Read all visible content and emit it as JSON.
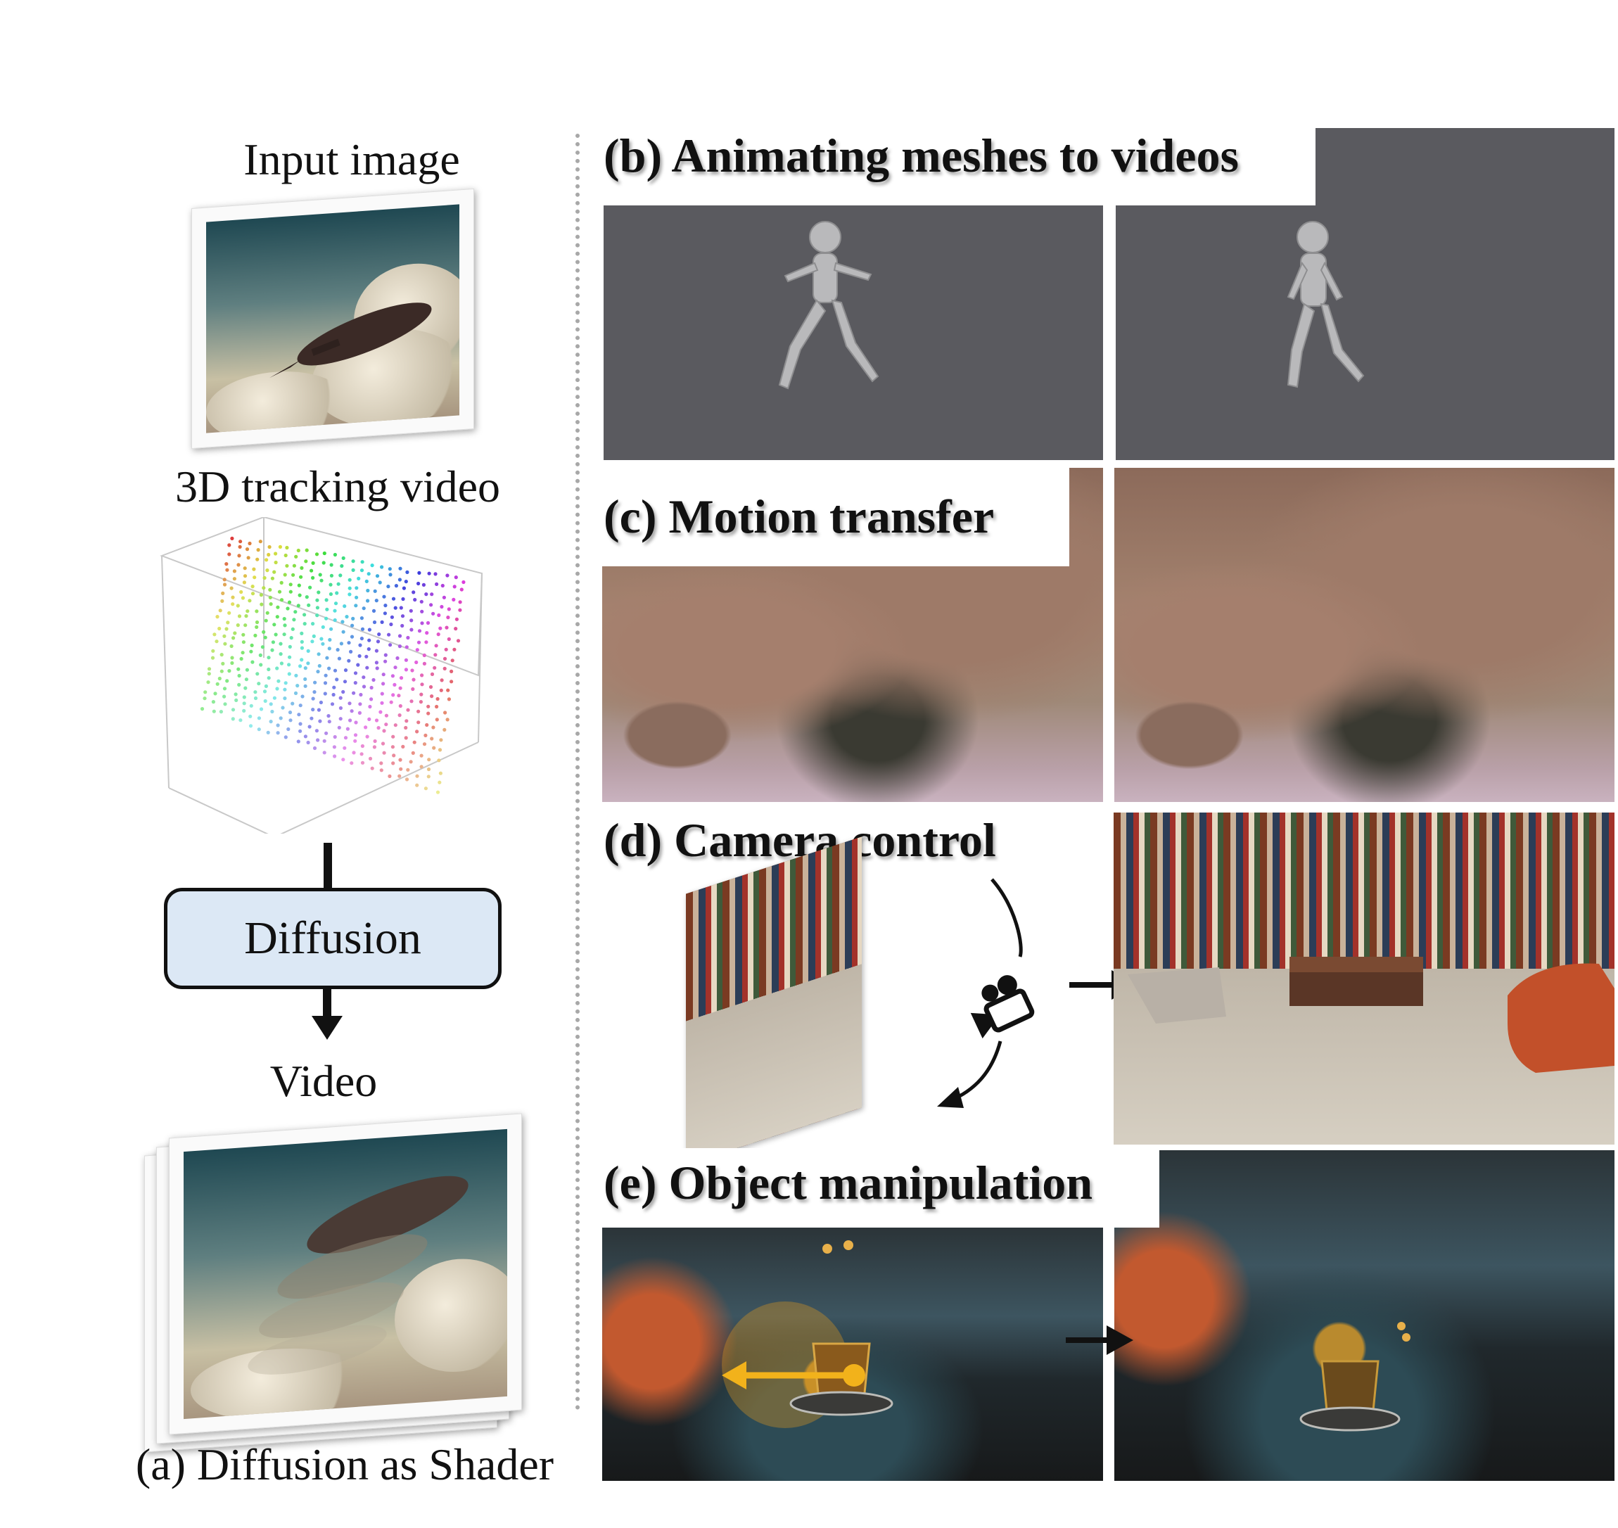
{
  "panel_a": {
    "input_label": "Input image",
    "tracking_label": "3D tracking video",
    "diffusion_label": "Diffusion",
    "video_label": "Video",
    "caption": "(a) Diffusion as Shader"
  },
  "panel_b": {
    "title": "(b) Animating meshes to videos"
  },
  "panel_c": {
    "title": "(c) Motion transfer"
  },
  "panel_d": {
    "title": "(d) Camera control",
    "icon": "video-camera-icon"
  },
  "panel_e": {
    "title": "(e) Object manipulation"
  },
  "colors": {
    "diffusion_box_fill": "#dce8f5",
    "arrow_color": "#111111",
    "mesh_background": "#5a5a5f",
    "manipulation_arrow": "#f2b21b"
  }
}
